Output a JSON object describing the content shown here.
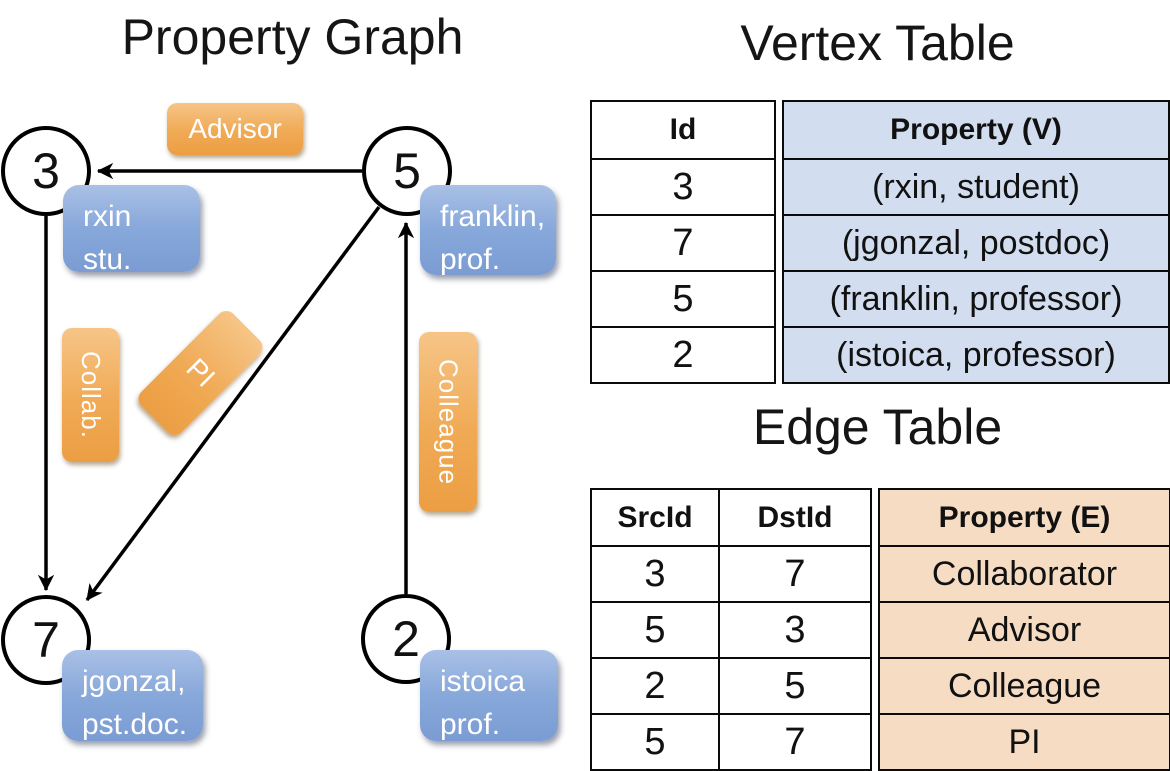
{
  "titles": {
    "graph": "Property Graph",
    "vertex_table": "Vertex Table",
    "edge_table": "Edge Table"
  },
  "graph": {
    "nodes": [
      {
        "id": "3",
        "label": "3",
        "prop_line1": "rxin",
        "prop_line2": "stu."
      },
      {
        "id": "5",
        "label": "5",
        "prop_line1": "franklin,",
        "prop_line2": "prof."
      },
      {
        "id": "7",
        "label": "7",
        "prop_line1": "jgonzal,",
        "prop_line2": "pst.doc."
      },
      {
        "id": "2",
        "label": "2",
        "prop_line1": "istoica",
        "prop_line2": "prof."
      }
    ],
    "edge_labels": {
      "advisor": "Advisor",
      "collab": "Collab.",
      "pi": "PI",
      "colleague": "Colleague"
    },
    "edges": [
      {
        "from": "5",
        "to": "3",
        "label": "Advisor"
      },
      {
        "from": "3",
        "to": "7",
        "label": "Collab."
      },
      {
        "from": "5",
        "to": "7",
        "label": "PI"
      },
      {
        "from": "2",
        "to": "5",
        "label": "Colleague"
      }
    ]
  },
  "vertex_table": {
    "columns": [
      "Id",
      "Property (V)"
    ],
    "rows": [
      [
        "3",
        "(rxin, student)"
      ],
      [
        "7",
        "(jgonzal, postdoc)"
      ],
      [
        "5",
        "(franklin, professor)"
      ],
      [
        "2",
        "(istoica, professor)"
      ]
    ]
  },
  "edge_table": {
    "columns": [
      "SrcId",
      "DstId",
      "Property (E)"
    ],
    "rows": [
      [
        "3",
        "7",
        "Collaborator"
      ],
      [
        "5",
        "3",
        "Advisor"
      ],
      [
        "2",
        "5",
        "Colleague"
      ],
      [
        "5",
        "7",
        "PI"
      ]
    ]
  },
  "colors": {
    "edge_label_orange": "#efa64f",
    "vertex_prop_blue": "#84a6d9",
    "vertex_table_col_bg": "#d2ddf0",
    "edge_table_col_bg": "#f5dcc3",
    "line_black": "#000000"
  }
}
